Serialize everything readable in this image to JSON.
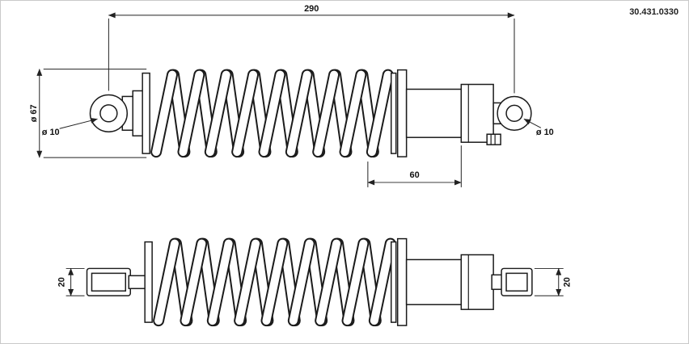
{
  "drawing": {
    "part_number": "30.431.0330",
    "dimensions": {
      "overall_length": "290",
      "body_length": "60",
      "spring_outer_diameter": "ø 67",
      "left_eye_hole_diameter": "ø 10",
      "right_eye_hole_diameter": "ø 10",
      "left_eye_width": "20",
      "right_eye_width": "20"
    },
    "colors": {
      "line": "#1b1b1b",
      "dimension_line": "#222222",
      "background": "#ffffff"
    }
  }
}
